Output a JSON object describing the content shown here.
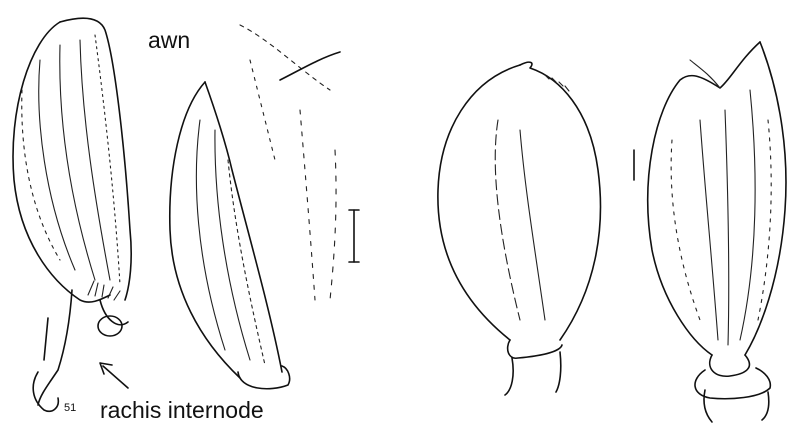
{
  "figure": {
    "labels": {
      "awn": "awn",
      "rachis_internode": "rachis internode",
      "specimen_mark": "51"
    },
    "panels": [
      "left-spikelet-drawing",
      "right-spikelet-drawing"
    ],
    "colors": {
      "ink": "#111111",
      "background": "#ffffff"
    }
  }
}
